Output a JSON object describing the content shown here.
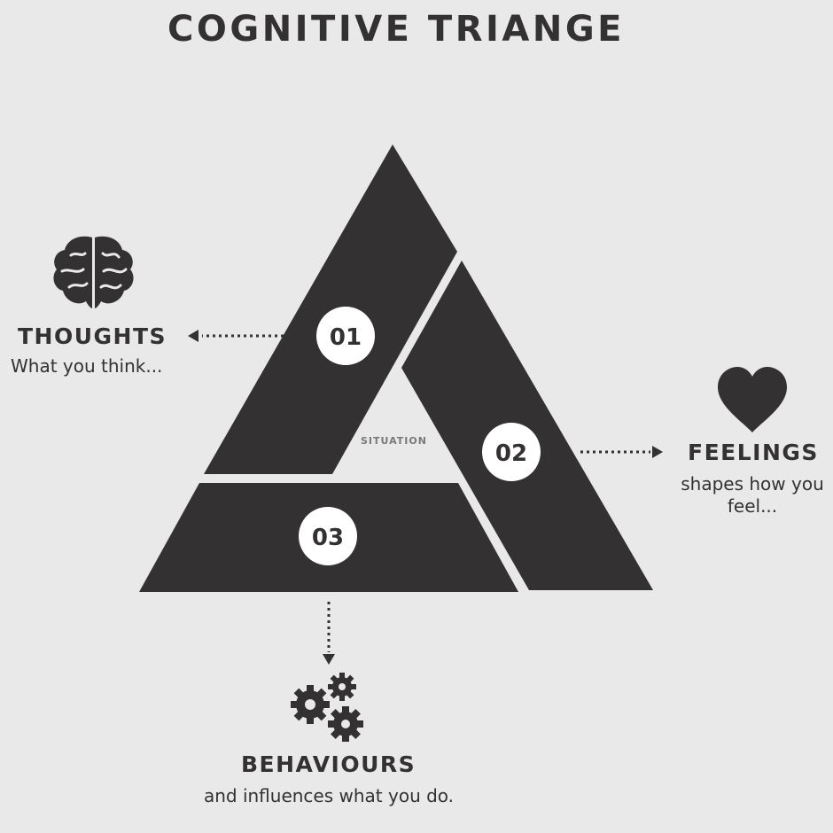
{
  "title": "COGNITIVE TRIANGE",
  "center_label": "SITUATION",
  "segments": [
    {
      "number": "01",
      "heading": "THOUGHTS",
      "description": "What you think..."
    },
    {
      "number": "02",
      "heading": "FEELINGS",
      "description": "shapes how you feel..."
    },
    {
      "number": "03",
      "heading": "BEHAVIOURS",
      "description": "and influences what you do."
    }
  ],
  "icons": {
    "thoughts": "brain-icon",
    "feelings": "heart-icon",
    "behaviours": "gears-icon"
  },
  "colors": {
    "background": "#e9e9e9",
    "shape": "#333131",
    "badge": "#ffffff"
  }
}
